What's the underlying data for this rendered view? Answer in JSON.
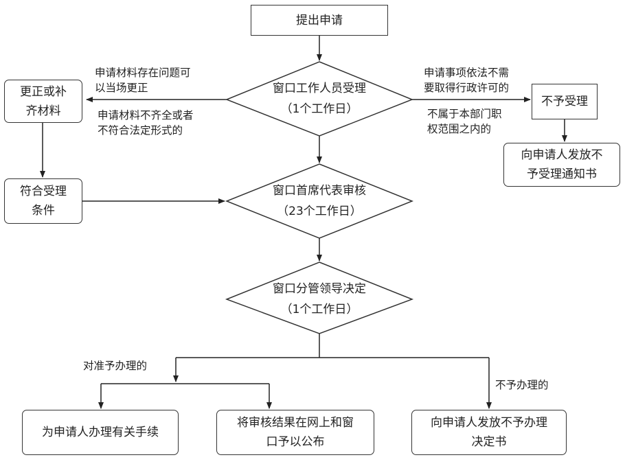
{
  "nodes": {
    "submit": "提出申请",
    "accept": {
      "line1": "窗口工作人员受理",
      "line2": "（1个工作日）"
    },
    "correct": "更正或补\n齐材料",
    "qualify": "符合受理\n条件",
    "reject": "不予受理",
    "reject_notice": "向申请人发放不\n予受理通知书",
    "review": {
      "line1": "窗口首席代表审核",
      "line2": "（23个工作日）"
    },
    "decide": {
      "line1": "窗口分管领导决定",
      "line2": "（1个工作日）"
    },
    "handle": "为申请人办理有关手续",
    "publish": "将审核结果在网上和窗\n口予以公布",
    "deny_notice": "向申请人发放不予办理\n决定书"
  },
  "labels": {
    "correct_on_site": "申请材料存在问题可\n以当场更正",
    "incomplete": "申请材料不齐全或者\n不符合法定形式的",
    "no_permit_needed": "申请事项依法不需\n要取得行政许可的",
    "out_of_scope": "不属于本部门职\n权范围之内的",
    "approve": "对准予办理的",
    "deny": "不予办理的"
  }
}
